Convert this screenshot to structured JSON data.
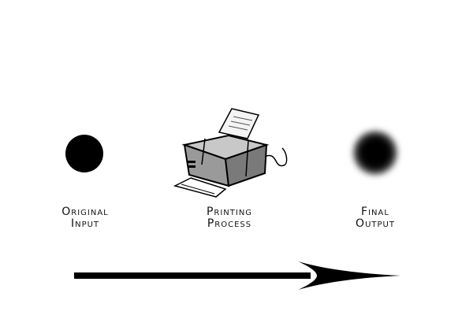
{
  "stages": [
    {
      "line1": "Original",
      "line2": "Input"
    },
    {
      "line1": "Printing",
      "line2": "Process"
    },
    {
      "line1": "Final",
      "line2": "Output"
    }
  ],
  "icons": {
    "input": "sharp-black-dot-icon",
    "process": "printer-icon",
    "output": "blurred-black-dot-icon",
    "flow": "right-arrow-icon"
  },
  "colors": {
    "ink": "#000000",
    "printer_body": "#9a9a9a",
    "background": "#ffffff"
  }
}
